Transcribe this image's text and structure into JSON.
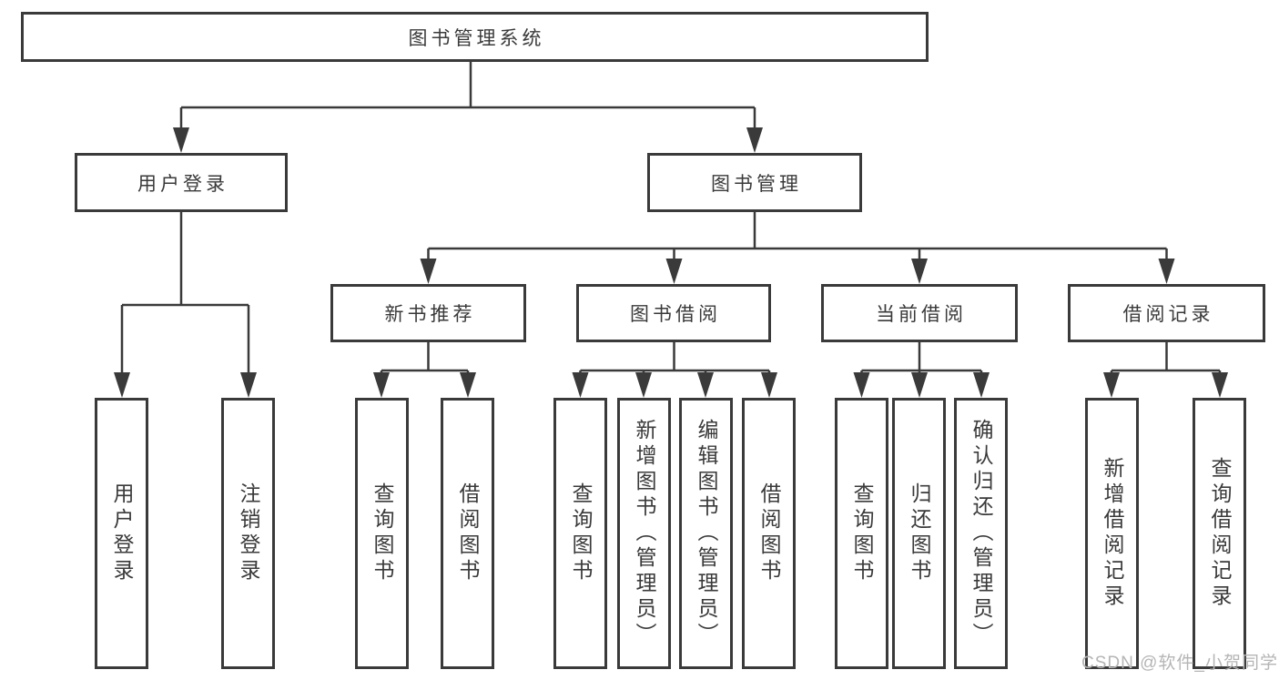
{
  "tree": {
    "root": {
      "label": "图书管理系统",
      "children": [
        {
          "label": "用户登录",
          "children": [
            {
              "label": "用户登录"
            },
            {
              "label": "注销登录"
            }
          ]
        },
        {
          "label": "图书管理",
          "children": [
            {
              "label": "新书推荐",
              "children": [
                {
                  "label": "查询图书"
                },
                {
                  "label": "借阅图书"
                }
              ]
            },
            {
              "label": "图书借阅",
              "children": [
                {
                  "label": "查询图书"
                },
                {
                  "label": "新增图书（管理员）"
                },
                {
                  "label": "编辑图书（管理员）"
                },
                {
                  "label": "借阅图书"
                }
              ]
            },
            {
              "label": "当前借阅",
              "children": [
                {
                  "label": "查询图书"
                },
                {
                  "label": "归还图书"
                },
                {
                  "label": "确认归还（管理员）"
                }
              ]
            },
            {
              "label": "借阅记录",
              "children": [
                {
                  "label": "新增借阅记录"
                },
                {
                  "label": "查询借阅记录"
                }
              ]
            }
          ]
        }
      ]
    }
  },
  "watermark": "CSDN @软件_小贺同学",
  "colors": {
    "line": "#3a3a3a",
    "text": "#3a3a3a",
    "box-bg": "#ffffff",
    "watermark": "#b5b5b5",
    "background": "#ffffff"
  }
}
